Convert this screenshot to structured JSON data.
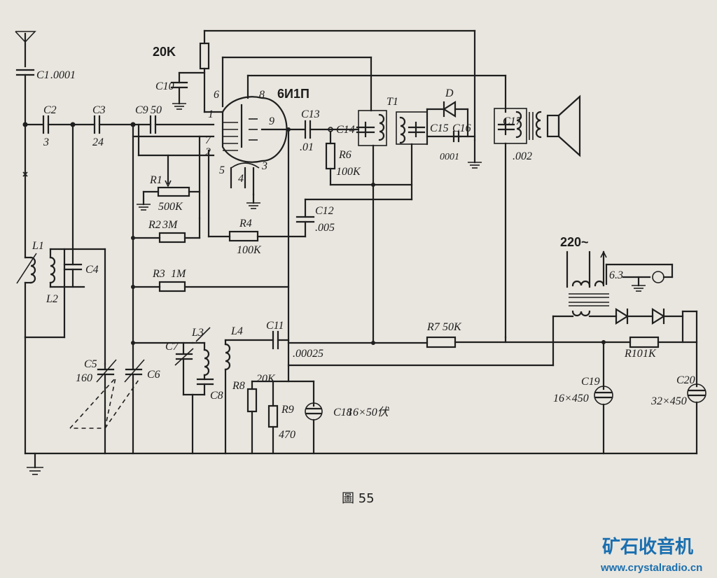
{
  "figure": {
    "caption": "圖 55",
    "tube": "6И1П",
    "components": {
      "C1": {
        "ref": "C1",
        "value": ".0001"
      },
      "C2": {
        "ref": "C2",
        "value": "3"
      },
      "C3": {
        "ref": "C3",
        "value": "24"
      },
      "C9": {
        "ref": "C9",
        "value": "50"
      },
      "C10": {
        "ref": "C10"
      },
      "C13": {
        "ref": "C13",
        "value": ".01"
      },
      "C14": {
        "ref": "C14"
      },
      "C15": {
        "ref": "C15"
      },
      "C16": {
        "ref": "C16",
        "value": "0001"
      },
      "C17": {
        "ref": "C17",
        "value": ".002"
      },
      "C12": {
        "ref": "C12",
        "value": ".005"
      },
      "C4": {
        "ref": "C4"
      },
      "C5": {
        "ref": "C5",
        "value": "160"
      },
      "C6": {
        "ref": "C6"
      },
      "C7": {
        "ref": "C7"
      },
      "C8": {
        "ref": "C8"
      },
      "C11": {
        "ref": "C11",
        "value": ".00025"
      },
      "C18": {
        "ref": "C18",
        "value": "16×50伏"
      },
      "C19": {
        "ref": "C19",
        "value": "16×450"
      },
      "C20": {
        "ref": "C20",
        "value": "32×450"
      },
      "R1": {
        "ref": "R1",
        "value": "500K"
      },
      "R2": {
        "ref": "R2",
        "value": "3M"
      },
      "R3": {
        "ref": "R3",
        "value": "1M"
      },
      "R4": {
        "ref": "R4",
        "value": "100K"
      },
      "R6": {
        "ref": "R6",
        "value": "100K"
      },
      "R7": {
        "ref": "R7",
        "value": "50K"
      },
      "R8": {
        "ref": "R8"
      },
      "R8b": {
        "value": "20K"
      },
      "R9": {
        "ref": "R9",
        "value": "470"
      },
      "R10": {
        "ref": "R10",
        "value": "1K"
      },
      "R20K": {
        "value": "20K"
      },
      "L1": {
        "ref": "L1"
      },
      "L2": {
        "ref": "L2"
      },
      "L3": {
        "ref": "L3"
      },
      "L4": {
        "ref": "L4"
      },
      "T1": {
        "ref": "T1"
      },
      "D": {
        "ref": "D"
      }
    },
    "pins": [
      "1",
      "2",
      "3",
      "4",
      "5",
      "6",
      "7",
      "8",
      "9"
    ],
    "power": {
      "mains": "220~",
      "heater": "6.3"
    }
  },
  "watermark": {
    "title": "矿石收音机",
    "url": "www.crystalradio.cn"
  }
}
